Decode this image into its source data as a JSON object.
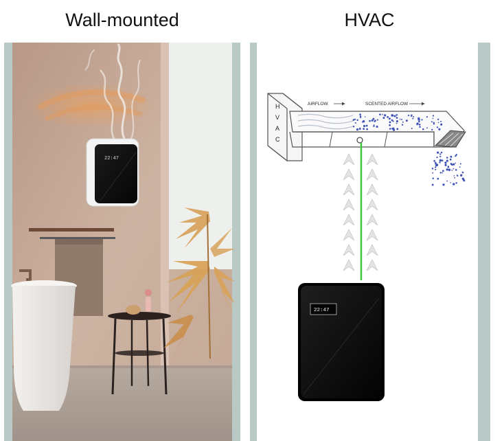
{
  "labels": {
    "left_title": "Wall-mounted",
    "right_title": "HVAC"
  },
  "diagram": {
    "hvac_box_letters": [
      "H",
      "V",
      "A",
      "C"
    ],
    "airflow_label": "AIRFLOW",
    "scented_airflow_label": "SCENTED AIRFLOW"
  },
  "device": {
    "display_readout": "22:47"
  },
  "colors": {
    "frame_border": "#b9c9c6",
    "wall_beige": "#c9ae9c",
    "device_black": "#0c0c0c",
    "scent_dots": "#3f52b5",
    "green_line": "#3cc83c",
    "palm_gold": "#d7a25a"
  }
}
